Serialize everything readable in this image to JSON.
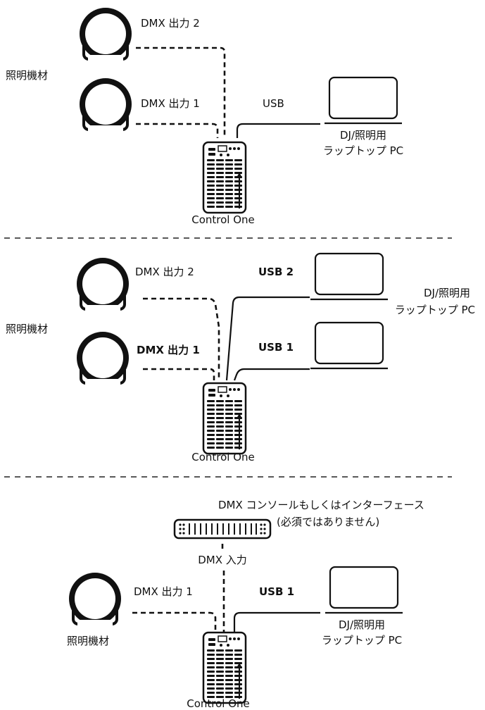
{
  "colors": {
    "ink": "#111111",
    "background": "#ffffff"
  },
  "labels": {
    "dmx_input": "DMX 入力"
  },
  "scenarios": [
    {
      "fixtures_group": "照明機材",
      "dmx_outputs": [
        "DMX 出力 2",
        "DMX 出力 1"
      ],
      "usb": [
        "USB"
      ],
      "laptop_label_line1": "DJ/照明用",
      "laptop_label_line2": "ラップトップ PC",
      "controller": "Control One"
    },
    {
      "fixtures_group": "照明機材",
      "dmx_outputs": [
        "DMX 出力 2",
        "DMX 出力 1"
      ],
      "usb": [
        "USB 2",
        "USB 1"
      ],
      "laptop_label_line1": "DJ/照明用",
      "laptop_label_line2": "ラップトップ PC",
      "controller": "Control One"
    },
    {
      "fixtures_group": "照明機材",
      "dmx_outputs": [
        "DMX 出力 1"
      ],
      "usb": [
        "USB 1"
      ],
      "laptop_label_line1": "DJ/照明用",
      "laptop_label_line2": "ラップトップ PC",
      "controller": "Control One",
      "console_line1": "DMX コンソールもしくはインターフェース",
      "console_line2": "(必須ではありません)"
    }
  ]
}
